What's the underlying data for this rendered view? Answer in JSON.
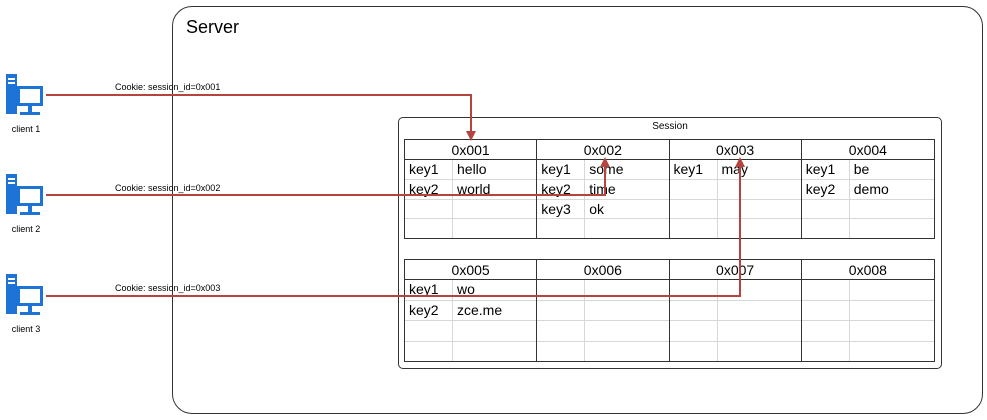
{
  "server": {
    "label": "Server"
  },
  "session": {
    "title": "Session",
    "blocks": [
      [
        {
          "id": "0x001",
          "rows": [
            {
              "k": "key1",
              "v": "hello"
            },
            {
              "k": "key2",
              "v": "world"
            },
            {
              "k": "",
              "v": ""
            },
            {
              "k": "",
              "v": ""
            }
          ]
        },
        {
          "id": "0x002",
          "rows": [
            {
              "k": "key1",
              "v": "some"
            },
            {
              "k": "key2",
              "v": "time"
            },
            {
              "k": "key3",
              "v": "ok"
            },
            {
              "k": "",
              "v": ""
            }
          ]
        },
        {
          "id": "0x003",
          "rows": [
            {
              "k": "key1",
              "v": "may"
            },
            {
              "k": "",
              "v": ""
            },
            {
              "k": "",
              "v": ""
            },
            {
              "k": "",
              "v": ""
            }
          ]
        },
        {
          "id": "0x004",
          "rows": [
            {
              "k": "key1",
              "v": "be"
            },
            {
              "k": "key2",
              "v": "demo"
            },
            {
              "k": "",
              "v": ""
            },
            {
              "k": "",
              "v": ""
            }
          ]
        }
      ],
      [
        {
          "id": "0x005",
          "rows": [
            {
              "k": "key1",
              "v": "wo"
            },
            {
              "k": "key2",
              "v": "zce.me"
            },
            {
              "k": "",
              "v": ""
            },
            {
              "k": "",
              "v": ""
            }
          ]
        },
        {
          "id": "0x006",
          "rows": [
            {
              "k": "",
              "v": ""
            },
            {
              "k": "",
              "v": ""
            },
            {
              "k": "",
              "v": ""
            },
            {
              "k": "",
              "v": ""
            }
          ]
        },
        {
          "id": "0x007",
          "rows": [
            {
              "k": "",
              "v": ""
            },
            {
              "k": "",
              "v": ""
            },
            {
              "k": "",
              "v": ""
            },
            {
              "k": "",
              "v": ""
            }
          ]
        },
        {
          "id": "0x008",
          "rows": [
            {
              "k": "",
              "v": ""
            },
            {
              "k": "",
              "v": ""
            },
            {
              "k": "",
              "v": ""
            },
            {
              "k": "",
              "v": ""
            }
          ]
        }
      ]
    ]
  },
  "clients": [
    {
      "label": "client 1",
      "cookie": "Cookie: session_id=0x001",
      "icon": "computer-icon"
    },
    {
      "label": "client 2",
      "cookie": "Cookie: session_id=0x002",
      "icon": "computer-icon"
    },
    {
      "label": "client 3",
      "cookie": "Cookie: session_id=0x003",
      "icon": "computer-icon"
    }
  ],
  "colors": {
    "arrow": "#b5443f",
    "icon": "#1e74d6",
    "stroke": "#333333"
  }
}
